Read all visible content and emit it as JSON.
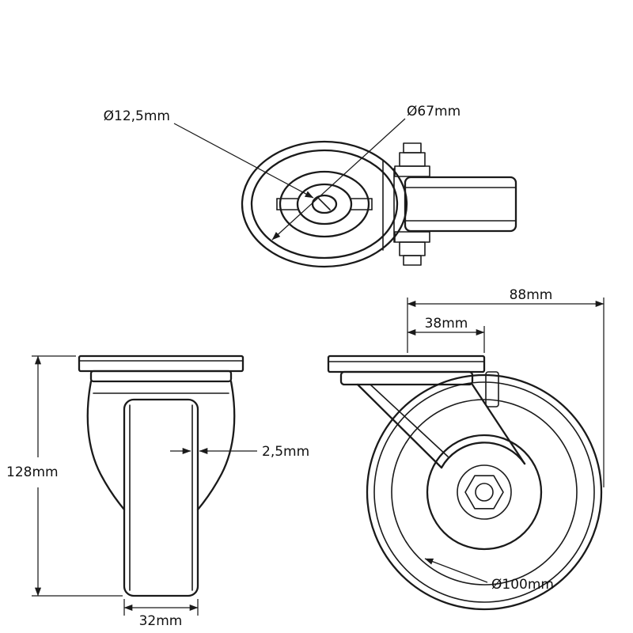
{
  "drawing": {
    "kind": "caster-wheel-technical-drawing",
    "colors": {
      "background": "#ffffff",
      "line": "#1a1a1a",
      "text": "#111111"
    },
    "labels": {
      "bolt_hole_diameter": "Ø12,5mm",
      "plate_diameter": "Ø67mm",
      "overall_length": "88mm",
      "swivel_offset": "38mm",
      "overall_height": "128mm",
      "tread_thickness": "2,5mm",
      "wheel_width": "32mm",
      "wheel_diameter": "Ø100mm"
    }
  }
}
